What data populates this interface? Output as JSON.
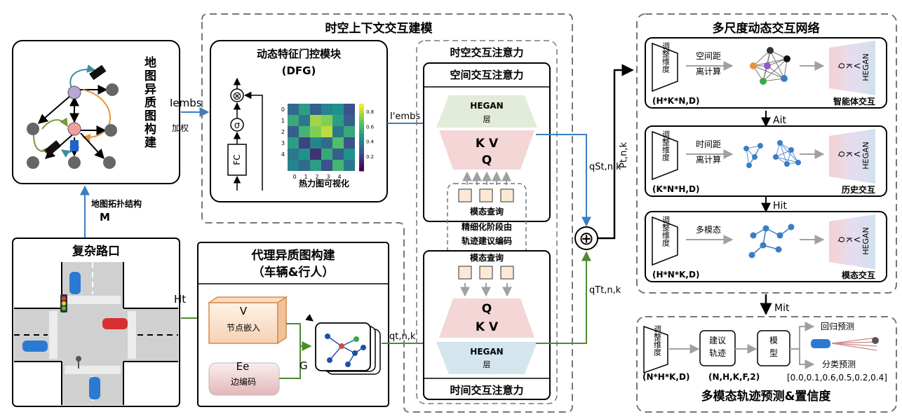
{
  "left": {
    "map_graph_title": "地图异质图构建",
    "map_topology_label": "地图拓扑结构",
    "map_topology_symbol": "M",
    "intersection_title": "复杂路口",
    "ht_label": "Ht",
    "iembs_label": "Iembs",
    "weight_label": "加权"
  },
  "agent_graph": {
    "title_line1": "代理异质图构建",
    "title_line2": "（车辆&行人）",
    "node_v": "V",
    "node_embed": "节点嵌入",
    "edge_e": "Ee",
    "edge_encode": "边编码",
    "graph_g": "G",
    "q_label": "qt,n,k"
  },
  "spatiotemporal": {
    "outer_title": "时空上下文交互建模",
    "dfg_title_line1": "动态特征门控模块",
    "dfg_title_line2": "(DFG)",
    "fc_label": "FC",
    "sigma_label": "σ",
    "otimes_label": "⊗",
    "heatmap_title": "热力图可视化",
    "heatmap_xticks": [
      "0",
      "1",
      "2",
      "3",
      "4"
    ],
    "heatmap_yticks": [
      "0",
      "1",
      "2",
      "3",
      "4"
    ],
    "colorbar_ticks": [
      "0.8",
      "0.6",
      "0.4",
      "0.2"
    ],
    "heatmap_values": [
      [
        0.35,
        0.55,
        0.3,
        0.45,
        0.5,
        0.25
      ],
      [
        0.6,
        0.4,
        0.85,
        0.8,
        0.55,
        0.3
      ],
      [
        0.3,
        0.65,
        0.8,
        0.9,
        0.4,
        0.6
      ],
      [
        0.55,
        0.2,
        0.45,
        0.35,
        0.7,
        0.25
      ],
      [
        0.4,
        0.5,
        0.15,
        0.6,
        0.3,
        0.5
      ],
      [
        0.45,
        0.35,
        0.55,
        0.25,
        0.65,
        0.4
      ]
    ],
    "i_prime_label": "I'embs",
    "attn_title": "时空交互注意力",
    "spatial_attn": "空间交互注意力",
    "temporal_attn": "时间交互注意力",
    "hegan_top": "HEGAN",
    "hegan_layer": "层",
    "kv": "K V",
    "q": "Q",
    "modal_query": "模态查询",
    "refine_line1": "精细化阶段由",
    "refine_line2": "轨迹建议编码",
    "qs_label": "qSt,n,k",
    "qt_label": "qTt,n,k",
    "p_label": "Pt,n,k",
    "oplus": "⊕"
  },
  "multiscale": {
    "title": "多尺度动态交互网络",
    "adjust_dim": "调整维度",
    "row1_compute": "空间距离计算",
    "row1_dims": "(H*K*N,D)",
    "row1_name": "智能体交互",
    "row2_compute": "时间距离计算",
    "row2_dims": "(K*N*H,D)",
    "row2_name": "历史交互",
    "row3_compute": "多模态",
    "row3_dims": "(H*N*K,D)",
    "row3_name": "模态交互",
    "a_label": "Ait",
    "h_label": "Hit",
    "m_label": "Mit",
    "q_k_v": [
      "Q",
      "K",
      "V"
    ],
    "hegan": "HEGAN"
  },
  "prediction": {
    "title": "多模态轨迹预测&置信度",
    "dims1": "(N*H*K,D)",
    "dims2": "(N,H,K,F,2)",
    "suggest_traj": "建议轨迹",
    "model": "模型",
    "regression": "回归预测",
    "classification": "分类预测",
    "confidence": "[0.0,0.1,0.6,0.5,0.2,0.4]"
  },
  "colors": {
    "blue_arrow": "#3b7dc4",
    "green_arrow": "#4e8a2f",
    "gray_arrow": "#a0a0a0",
    "hegan_green": "#e3ecd8",
    "kvq_pink": "#f4d6d6",
    "hegan_blue": "#d5e5ee",
    "embed_orange": "#f3c9a8",
    "edge_pink": "#e9c7c9"
  }
}
